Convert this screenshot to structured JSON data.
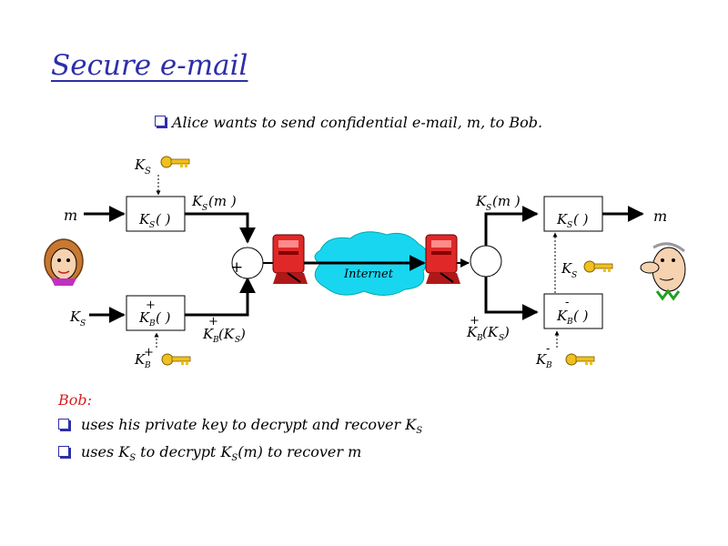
{
  "title": "Secure e-mail",
  "intro": "Alice wants to send confidential e-mail, m, to Bob.",
  "diagram": {
    "m": "m",
    "ks": "K",
    "s_sub": "S",
    "b_sub": "B",
    "ks_m_label": "K",
    "ks_m_paren": "(m )",
    "enc_box_paren": "( )",
    "kb_paren": "(K",
    "kb_paren_close": " )",
    "plus": "+",
    "minus": "-",
    "internet": "Internet"
  },
  "bob": {
    "heading": "Bob:",
    "bullets": [
      {
        "prefix": "uses his private key to decrypt and recover K",
        "sub": "S",
        "rest": ""
      },
      {
        "prefix": "uses K",
        "sub": "S",
        "mid": " to decrypt K",
        "sub2": "S",
        "rest": "(m) to recover m"
      }
    ]
  },
  "colors": {
    "title": "#2e2ea8",
    "bob_heading": "#d42020",
    "internet_cloud": "#19d6f0",
    "key_gold": "#f0c020",
    "server_red": "#e02828"
  }
}
